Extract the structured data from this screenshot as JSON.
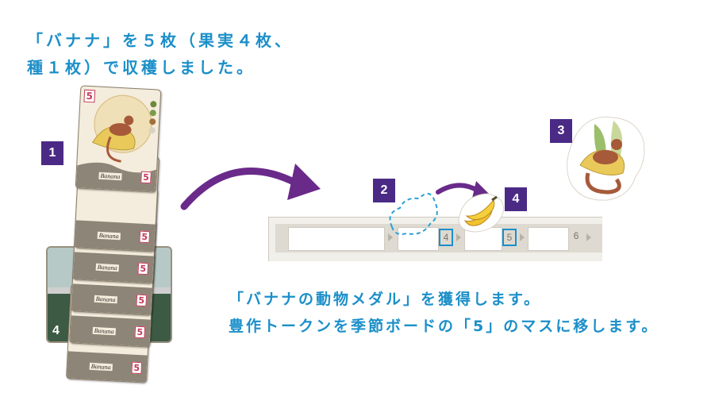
{
  "top_caption": {
    "line1": "「バナナ」を５枚（果実４枚、",
    "line2": "種１枚）で収穫しました。"
  },
  "bottom_caption": {
    "line1": "「バナナの動物メダル」を獲得します。",
    "line2": "豊作トークンを季節ボードの「5」のマスに移します。"
  },
  "steps": [
    "1",
    "2",
    "3",
    "4"
  ],
  "card_stack": {
    "top_card_number": "5",
    "card_name": "Banana",
    "card_number": "5",
    "season_card_number": "4"
  },
  "board": {
    "slot_numbers": [
      "4",
      "5",
      "6"
    ],
    "highlighted": [
      "4",
      "5"
    ]
  },
  "colors": {
    "caption_text": "#1b8fc9",
    "badge": "#4b2a86",
    "arrow": "#6a2a8a",
    "path_dashed": "#2aa0d6"
  }
}
